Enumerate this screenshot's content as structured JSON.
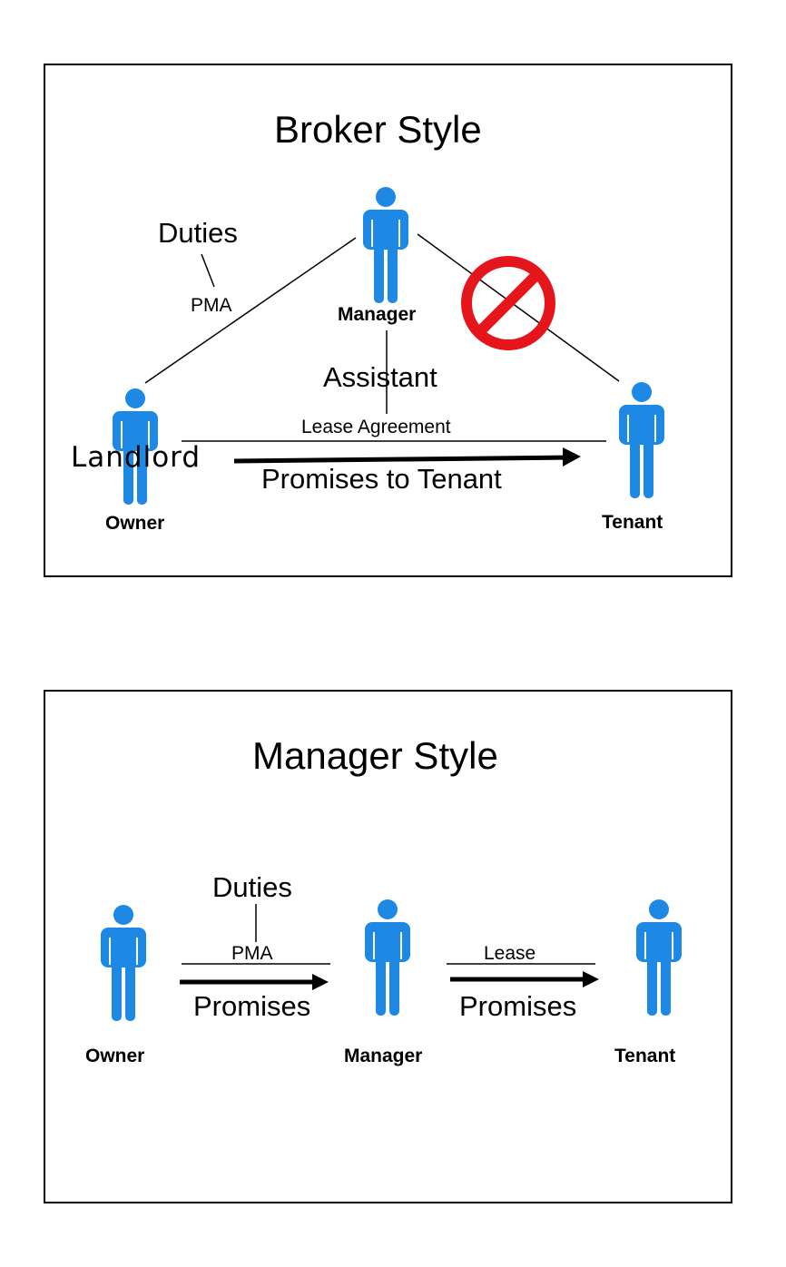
{
  "broker": {
    "title": "Broker Style",
    "duties": "Duties",
    "pma": "PMA",
    "manager": "Manager",
    "assistant": "Assistant",
    "lease_agreement": "Lease Agreement",
    "landlord": "Landlord",
    "promises": "Promises to Tenant",
    "owner": "Owner",
    "tenant": "Tenant"
  },
  "manager_style": {
    "title": "Manager Style",
    "duties": "Duties",
    "pma": "PMA",
    "lease": "Lease",
    "promises_left": "Promises",
    "promises_right": "Promises",
    "owner": "Owner",
    "manager": "Manager",
    "tenant": "Tenant"
  },
  "colors": {
    "person": "#1e88e5",
    "prohibit": "#e5161b"
  },
  "icons": [
    "person-icon",
    "prohibited-icon"
  ]
}
